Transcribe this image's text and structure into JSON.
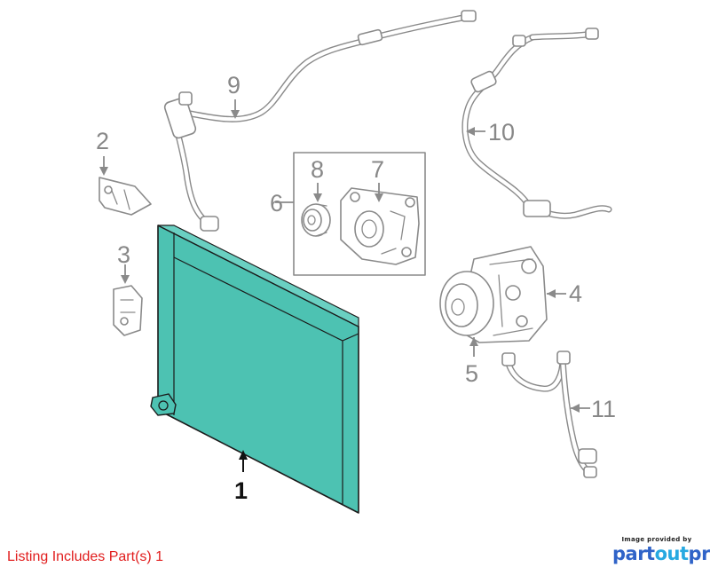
{
  "labels": {
    "p1": "1",
    "p2": "2",
    "p3": "3",
    "p4": "4",
    "p5": "5",
    "p6": "6",
    "p7": "7",
    "p8": "8",
    "p9": "9",
    "p10": "10",
    "p11": "11"
  },
  "footer": {
    "listing_note": "Listing Includes Part(s) 1",
    "credit_caption": "Image provided by",
    "brand_part1": "part",
    "brand_part2": "out",
    "brand_part3": "pro"
  },
  "colors": {
    "highlight": "#4dc2b2",
    "line": "#8a8a8a",
    "note": "#e11d1d",
    "brand_dark": "#2f63c8",
    "brand_light": "#27a9e1"
  },
  "icons": [
    "condenser-icon",
    "bracket-icon",
    "compressor-icon",
    "clutch-pulley-icon",
    "hose-icon"
  ]
}
